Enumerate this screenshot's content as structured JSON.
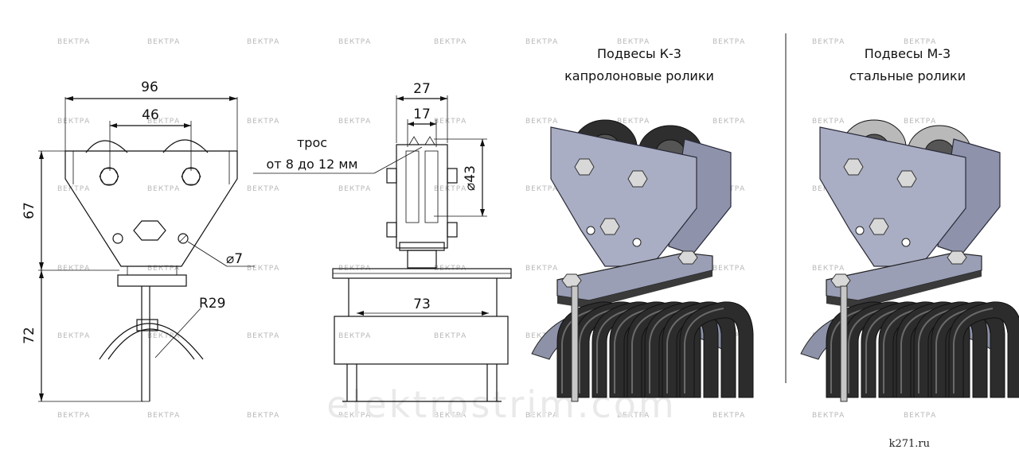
{
  "watermark": {
    "text": "ВЕКТРА"
  },
  "site_watermark": "elektrostrim.com",
  "source_label": "k271.ru",
  "colors": {
    "plate": "#a9aec4",
    "hose": "#2c2c2c",
    "line": "#111111"
  },
  "front_view": {
    "width_label": "96",
    "bolt_spacing_label": "46",
    "upper_height_label": "67",
    "lower_height_label": "72",
    "radius_label": "R29",
    "hole_label": "⌀7"
  },
  "side_view": {
    "width_label": "27",
    "inner_width_label": "17",
    "roller_dia_label": "⌀43",
    "cable_note_line1": "трос",
    "cable_note_line2": "от 8 до 12 мм",
    "base_width_label": "73"
  },
  "k3": {
    "title_line1": "Подвесы К-3",
    "title_line2": "капролоновые ролики",
    "roller_color": "#2e2e2e"
  },
  "m3": {
    "title_line1": "Подвесы М-3",
    "title_line2": "стальные ролики",
    "roller_color": "#b9b9b9"
  }
}
